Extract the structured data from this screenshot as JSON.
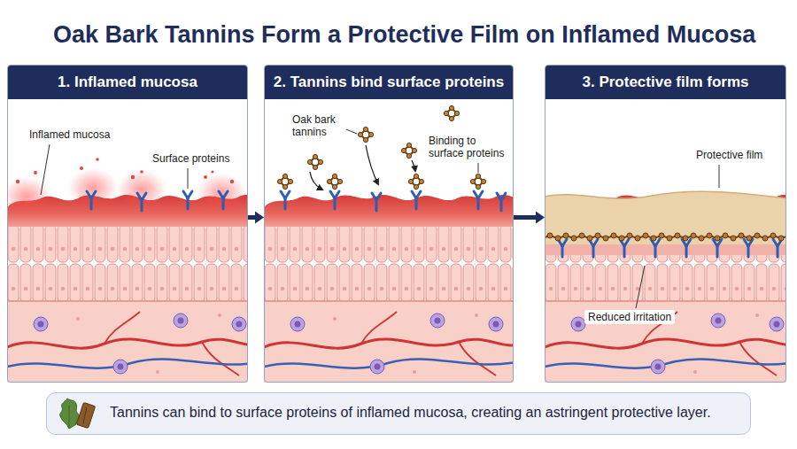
{
  "diagram": {
    "title": "Oak Bark Tannins Form a Protective Film on Inflamed Mucosa",
    "caption": "Tannins can bind to surface proteins of inflamed mucosa, creating an astringent protective layer.",
    "nodes": [
      {
        "text": [
          "1. Inflamed mucosa"
        ]
      },
      {
        "text": [
          "2. Tannins bind surface proteins"
        ]
      },
      {
        "text": [
          "3. Protective film forms"
        ]
      }
    ],
    "edges": [
      {
        "from": 0,
        "to": 1,
        "arrow": "to"
      },
      {
        "from": 1,
        "to": 2,
        "arrow": "to"
      }
    ],
    "labels": [
      "Inflamed mucosa",
      "Surface proteins",
      "Oak bark tannins",
      "Binding to surface proteins",
      "Protective film",
      "Reduced irritation"
    ]
  }
}
